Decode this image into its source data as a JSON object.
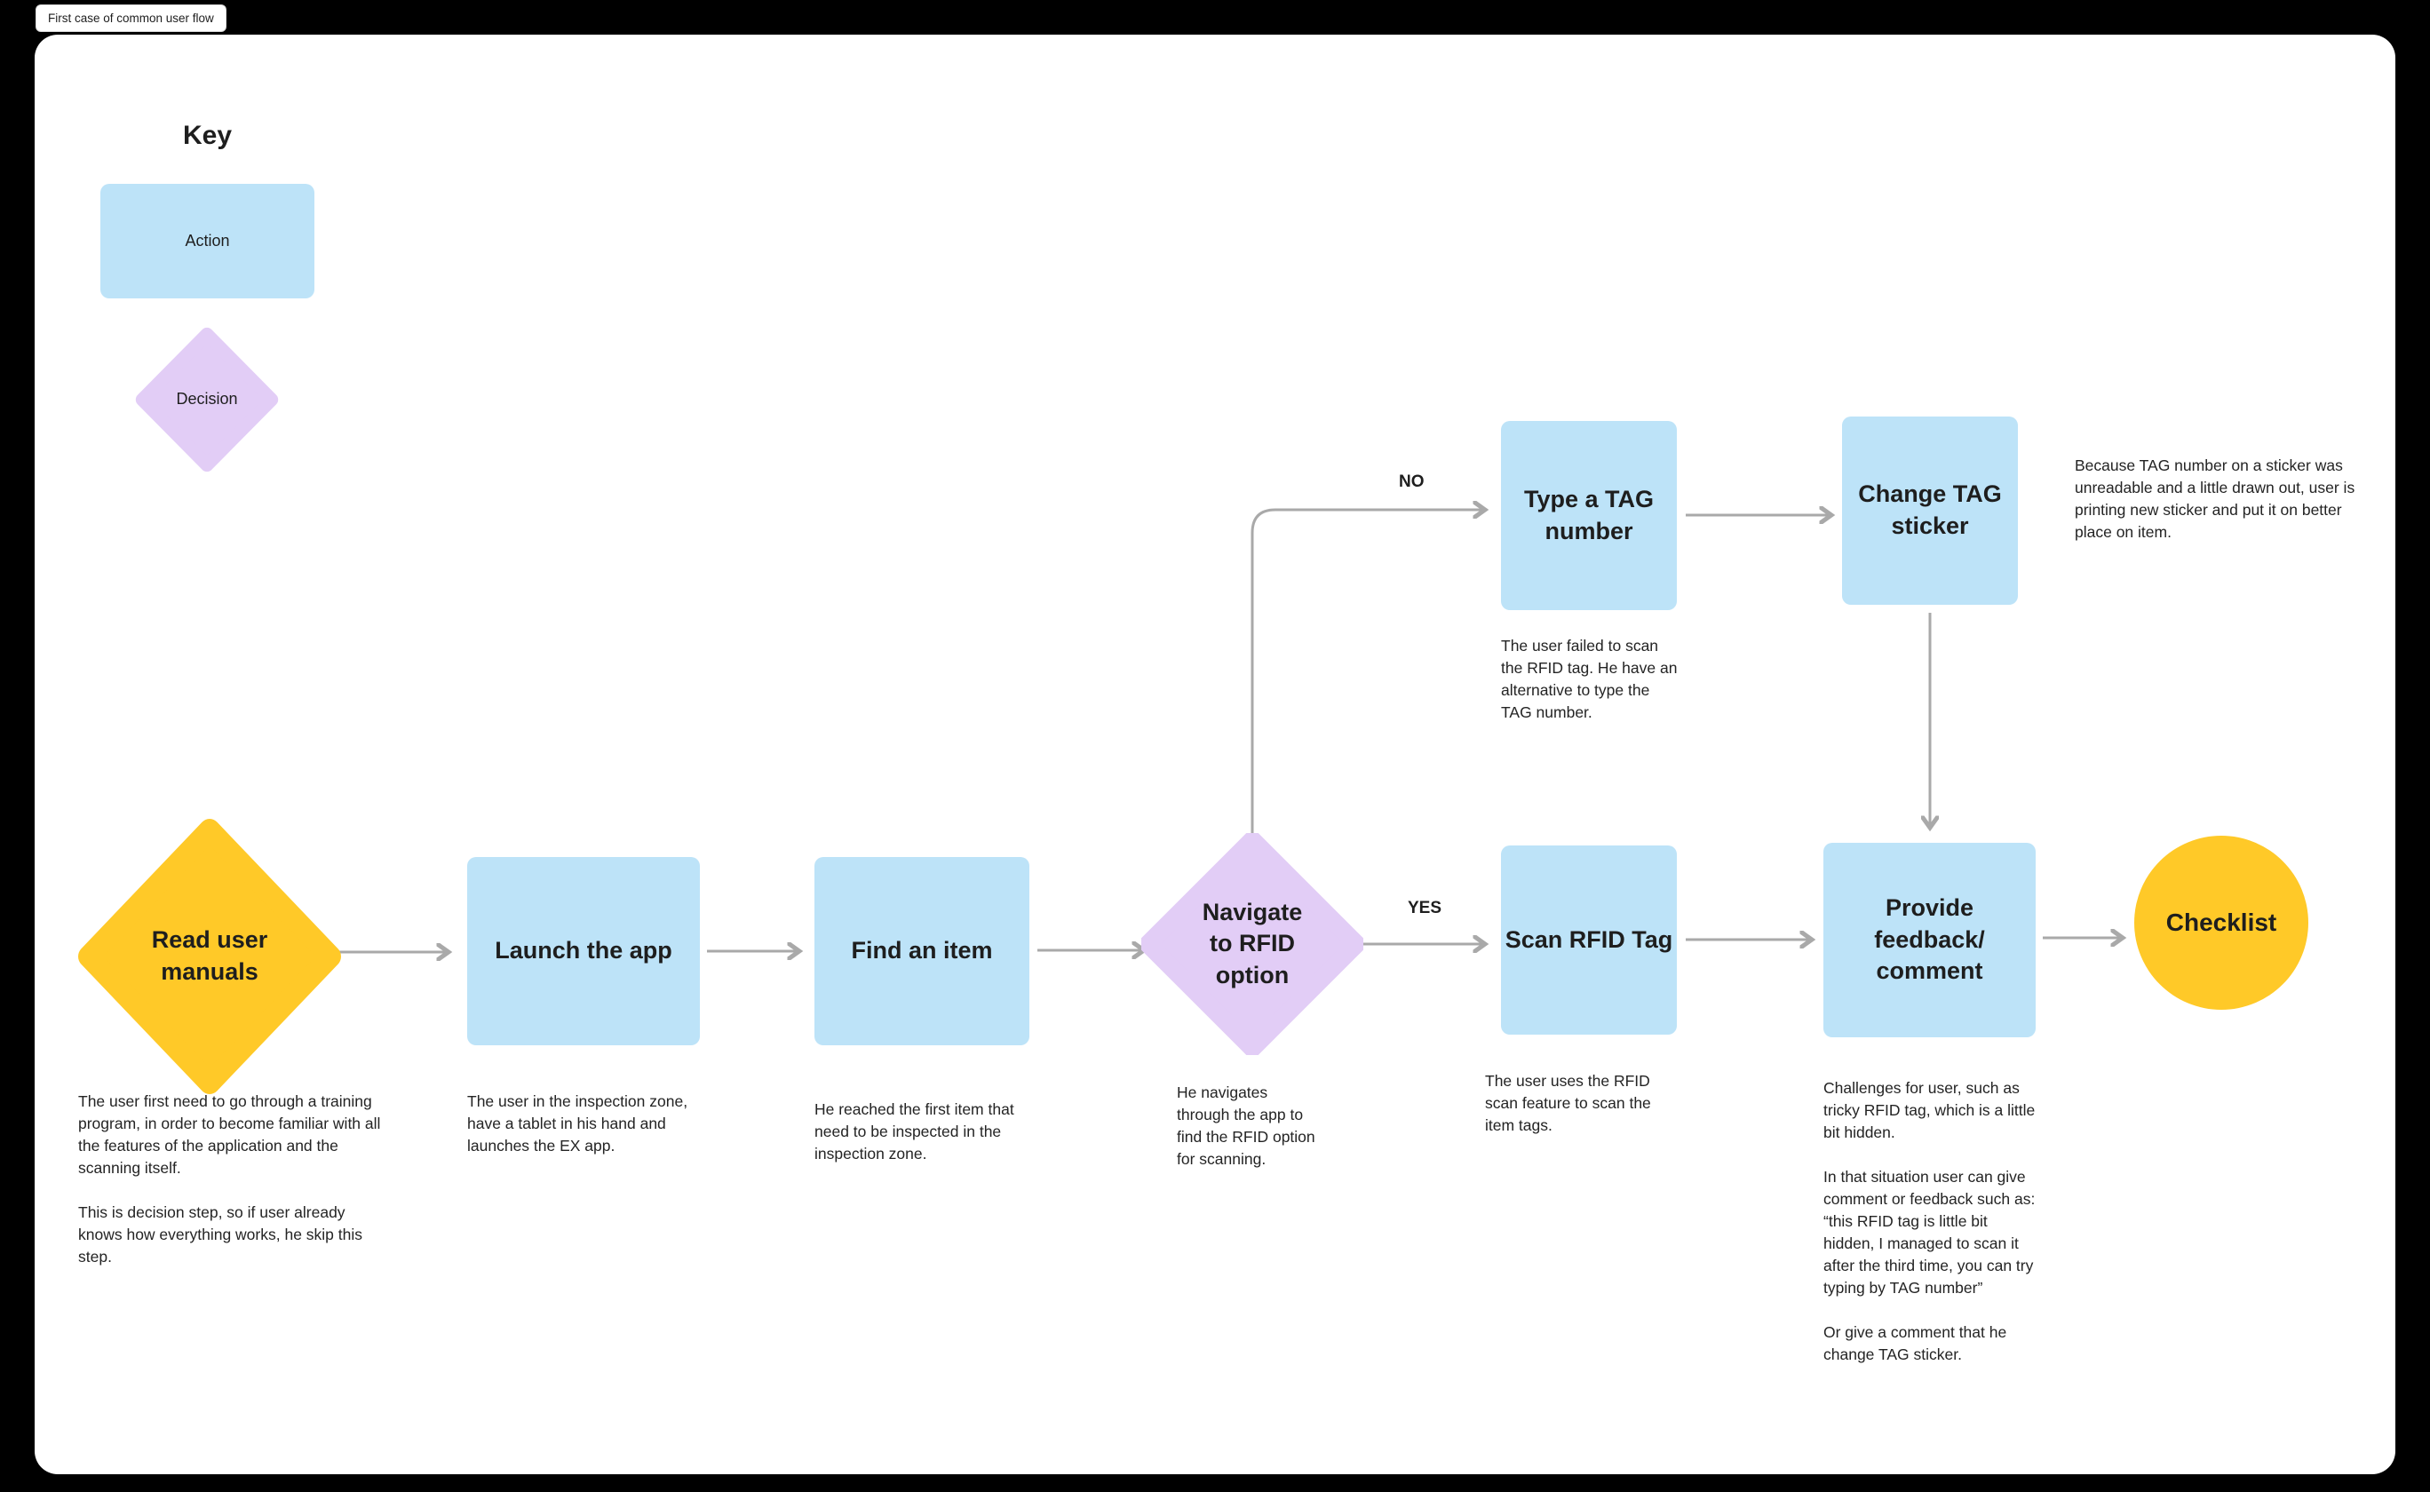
{
  "page": {
    "tab_label": "First case of common user flow"
  },
  "colors": {
    "action": "#BDE3F8",
    "decision": "#E2CDF6",
    "terminal": "#FFC928",
    "arrow": "#A9A9A9",
    "ink": "#1E1E1E",
    "canvas": "#FFFFFF"
  },
  "key": {
    "title": "Key",
    "action_label": "Action",
    "decision_label": "Decision"
  },
  "branch_labels": {
    "no": "NO",
    "yes": "YES"
  },
  "nodes": {
    "read_manuals": {
      "title": "Read user\nmanuals",
      "description": "The user first need to go through a training\nprogram, in order to become familiar with all\nthe features of the application and the\nscanning itself.\n\nThis is decision step, so if user already\nknows how everything works, he skip this\nstep."
    },
    "launch_app": {
      "title": "Launch the app",
      "description": "The user in the inspection zone,\nhave a tablet in his hand and\nlaunches the EX app."
    },
    "find_item": {
      "title": "Find an item",
      "description": "He reached the first item that\nneed to be inspected in the\ninspection zone."
    },
    "navigate_rfid": {
      "title": "Navigate\nto RFID\noption",
      "description": "He navigates\nthrough the app to\nfind the RFID option\nfor scanning."
    },
    "scan_rfid": {
      "title": "Scan RFID Tag",
      "description": "The user uses the RFID\nscan feature to scan the\nitem tags."
    },
    "type_tag": {
      "title": "Type a TAG\nnumber",
      "description": "The user failed to scan\nthe RFID tag. He have an\nalternative to type the\nTAG number."
    },
    "change_sticker": {
      "title": "Change TAG\nsticker",
      "description": "Because TAG number on a sticker was\nunreadable and a little drawn out, user is\nprinting new sticker and put it on better\nplace on item."
    },
    "provide_feedback": {
      "title": "Provide\nfeedback/\ncomment",
      "description": "Challenges for user, such as\ntricky RFID tag, which is a little\nbit hidden.\n\nIn that situation user can give\ncomment or feedback such as:\n“this RFID tag is little bit\nhidden, I managed to scan it\nafter the third time, you can try\ntyping by TAG number”\n\nOr give a comment that he\nchange TAG sticker."
    },
    "checklist": {
      "title": "Checklist"
    }
  }
}
